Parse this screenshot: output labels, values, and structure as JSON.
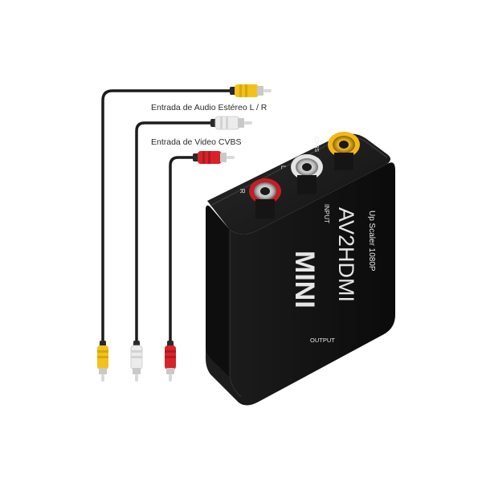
{
  "labels": {
    "audio": "Entrada de Audio Estéreo L / R",
    "video": "Entrada de Video CVBS"
  },
  "device": {
    "brand": "MINI",
    "model": "AV2HDMI",
    "subtitle": "Up Scaler 1080P",
    "input_label": "INPUT",
    "output_label": "OUTPUT",
    "port_right": "R",
    "port_left": "L",
    "port_cvbs": "CVBS"
  },
  "colors": {
    "yellow": "#f2c21b",
    "white": "#e9e9e9",
    "red": "#d8222a",
    "body": "#1a1a1a"
  }
}
